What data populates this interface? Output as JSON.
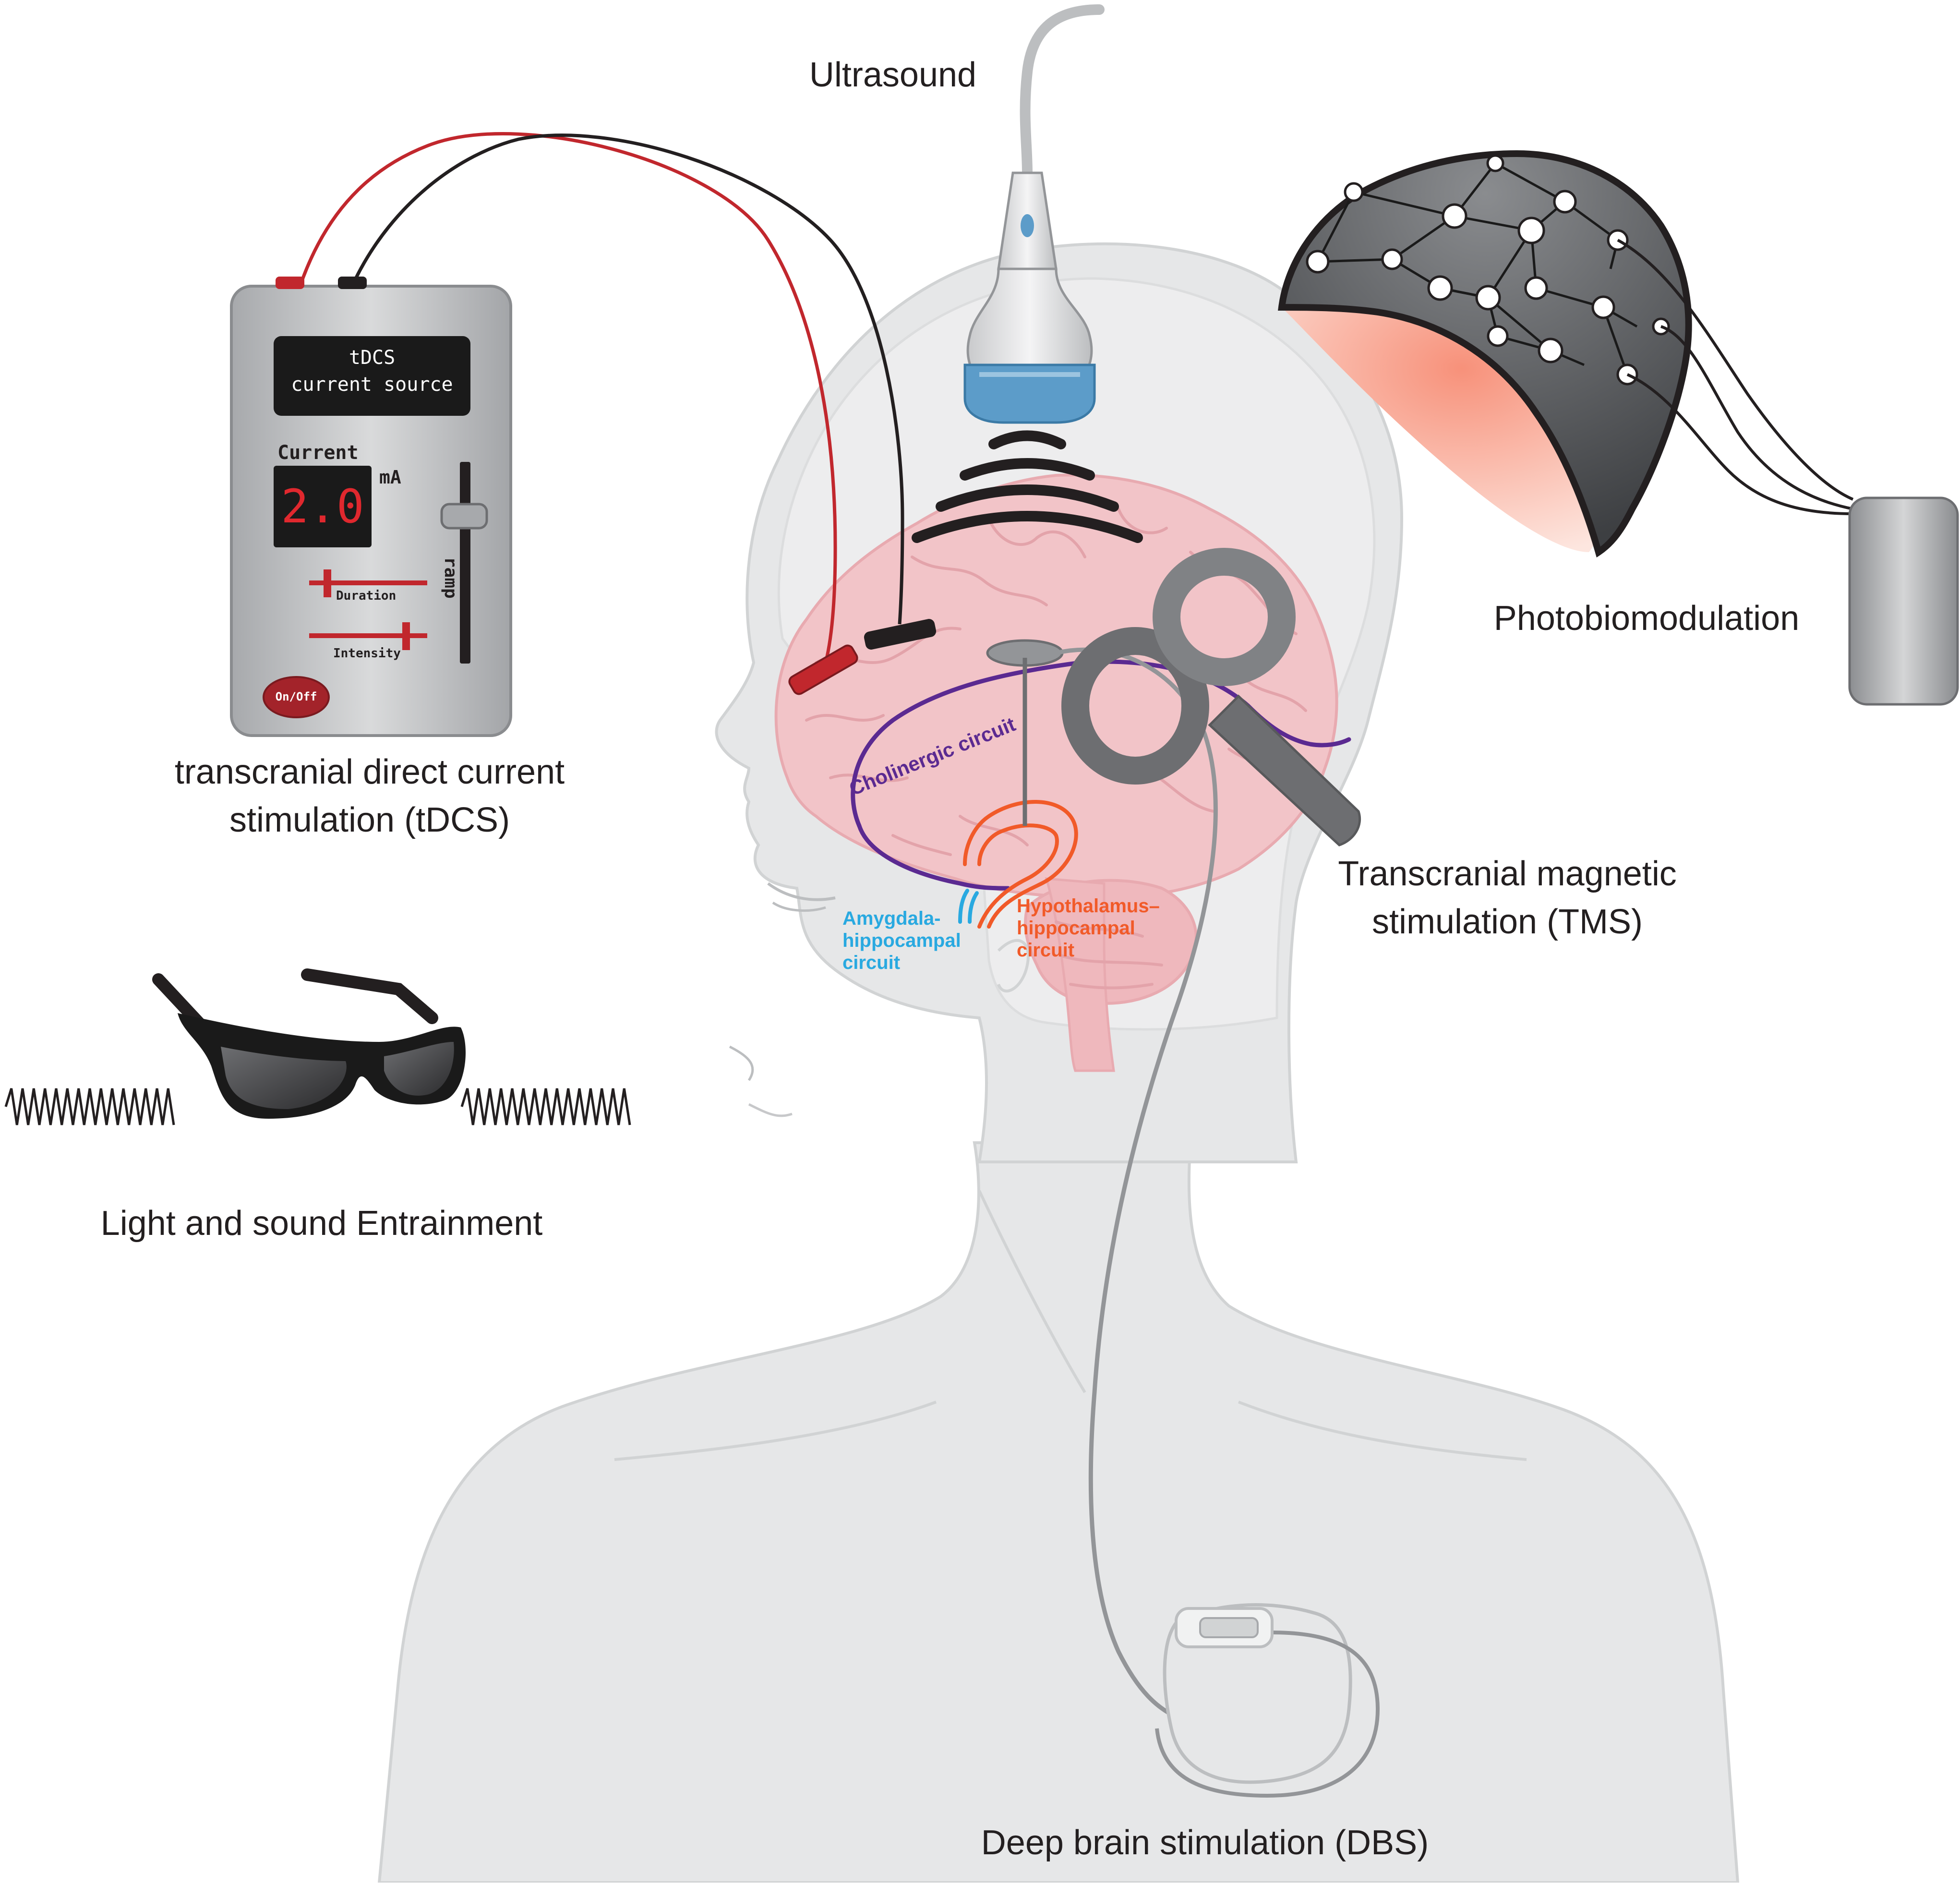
{
  "labels": {
    "ultrasound": "Ultrasound",
    "photobiomodulation": "Photobiomodulation",
    "tdcs_line1": "transcranial direct current",
    "tdcs_line2": "stimulation (tDCS)",
    "tms_line1": "Transcranial magnetic",
    "tms_line2": "stimulation (TMS)",
    "entrainment": "Light and sound Entrainment",
    "dbs": "Deep brain stimulation (DBS)"
  },
  "device": {
    "screen_line1": "tDCS",
    "screen_line2": "current source",
    "current_label": "Current",
    "current_value": "2.0",
    "unit": "mA",
    "ramp": "ramp",
    "duration": "Duration",
    "intensity": "Intensity",
    "power": "On/Off"
  },
  "circuits": {
    "cholinergic": "Cholinergic circuit",
    "amygdala_line1": "Amygdala-",
    "amygdala_line2": "hippocampal",
    "amygdala_line3": "circuit",
    "hypothalamus_line1": "Hypothalamus–",
    "hypothalamus_line2": "hippocampal",
    "hypothalamus_line3": "circuit"
  },
  "colors": {
    "cholinergic": "#5b2a91",
    "amygdala": "#29a9e0",
    "hypothalamus": "#f15a29",
    "wire_red": "#c1272d",
    "wire_black": "#231f20",
    "brain": "#f2c4c8",
    "body": "#e6e7e8",
    "display_text": "#e0282e"
  }
}
